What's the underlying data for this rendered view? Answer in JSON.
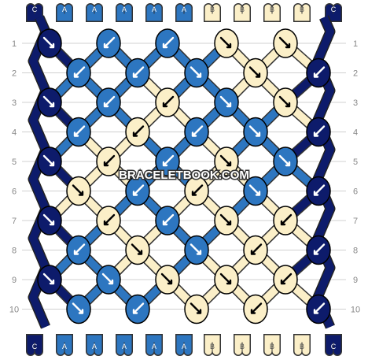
{
  "watermark": "BRACELETBOOK.COM",
  "row_numbers": [
    "1",
    "2",
    "3",
    "4",
    "5",
    "6",
    "7",
    "8",
    "9",
    "10"
  ],
  "strand_labels_top": [
    "C",
    "A",
    "A",
    "A",
    "A",
    "A",
    "B",
    "B",
    "B",
    "B",
    "C"
  ],
  "strand_labels_bottom": [
    "C",
    "A",
    "A",
    "A",
    "A",
    "A",
    "B",
    "B",
    "B",
    "B",
    "C"
  ],
  "colors": {
    "C": "#0d1b6b",
    "A": "#2d76c0",
    "B": "#fbefc8",
    "grid": "#d0d0d0",
    "label": "#888888",
    "outline": "#000000"
  },
  "knots": [
    [
      "C",
      "A",
      "A",
      "B",
      "B"
    ],
    [
      "A",
      "A",
      "A",
      "B",
      "C"
    ],
    [
      "C",
      "A",
      "B",
      "A",
      "B"
    ],
    [
      "A",
      "B",
      "A",
      "A",
      "C"
    ],
    [
      "C",
      "B",
      "A",
      "B",
      "A"
    ],
    [
      "B",
      "A",
      "B",
      "A",
      "C"
    ],
    [
      "C",
      "B",
      "A",
      "B",
      "B"
    ],
    [
      "A",
      "B",
      "A",
      "B",
      "C"
    ],
    [
      "C",
      "A",
      "B",
      "B",
      "B"
    ],
    [
      "A",
      "A",
      "B",
      "B",
      "C"
    ]
  ],
  "arrows": [
    [
      "f",
      "b",
      "b",
      "f",
      "f"
    ],
    [
      "b",
      "b",
      "f",
      "f",
      "bb"
    ],
    [
      "f",
      "b",
      "b",
      "f",
      "f"
    ],
    [
      "b",
      "b",
      "bf",
      "f",
      "bb"
    ],
    [
      "f",
      "b",
      "bf",
      "f",
      "fb"
    ],
    [
      "fb",
      "b",
      "b",
      "f",
      "bb"
    ],
    [
      "f",
      "b",
      "bf",
      "fb",
      "b"
    ],
    [
      "b",
      "f",
      "f",
      "b",
      "bb"
    ],
    [
      "f",
      "f",
      "f",
      "fb",
      "b"
    ],
    [
      "f",
      "b",
      "f",
      "b",
      "bb"
    ]
  ]
}
